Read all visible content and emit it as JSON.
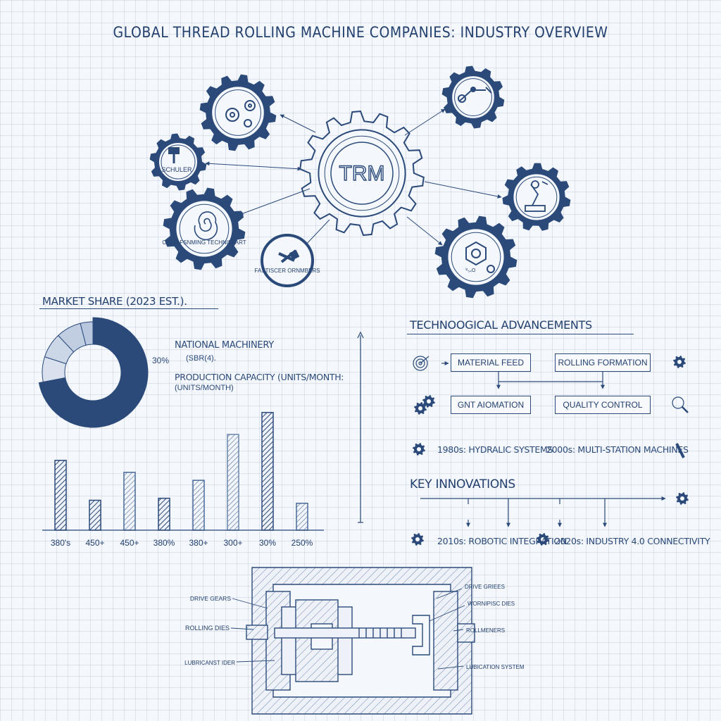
{
  "title": "GLOBAL THREAD ROLLING MACHINE COMPANIES: INDUSTRY OVERVIEW",
  "network": {
    "center": "TRM",
    "nodes": [
      {
        "label": "SCHULER",
        "icon": "hammer-icon"
      },
      {
        "label": "CGLO FSNMING TECHNIELART",
        "icon": "spiral-icon"
      },
      {
        "label": "FASTISCER ORNMBERS",
        "icon": "bolts-icon"
      },
      {
        "label": "",
        "icon": "gears-icon"
      },
      {
        "label": "",
        "icon": "wrench-arm-icon"
      },
      {
        "label": "",
        "icon": "robot-arm-icon"
      },
      {
        "label": "ⁱ²₅₄O",
        "icon": "hex-nut-icon"
      }
    ]
  },
  "market": {
    "title": "MARKET SHARE (2023 EST.).",
    "pct": "30%",
    "legend1": "NATIONAL MACHINERY",
    "legend1_sub": "(SBR(4).",
    "capacity_title": "PRODUCTION CAPACITY (UNITS/MONTH:",
    "capacity_sub": "(UNITS/MONTH)"
  },
  "chart_data": {
    "type": "bar",
    "categories": [
      "380's",
      "450+",
      "450+",
      "380%",
      "380+",
      "300+",
      "30%",
      "250%"
    ],
    "tick_labels": [
      "380's",
      "450+",
      "450+",
      "380%",
      "380+",
      "300+",
      "30%",
      "250%"
    ],
    "values": [
      70,
      30,
      58,
      32,
      50,
      96,
      118,
      27
    ],
    "colors": [
      "#2b4a7a",
      "#2b4a7a",
      "#4a6a9a",
      "#2b4a7a",
      "#4a6a9a",
      "#6a85ad",
      "#2b4a7a",
      "#4a6a9a"
    ],
    "donut": {
      "values": [
        72,
        8,
        8,
        8,
        4
      ],
      "colors": [
        "#2b4a7a",
        "#d9e1ee",
        "#cbd6e7",
        "#c1cee2",
        "#b8c7de"
      ]
    }
  },
  "tech": {
    "title": "TECHNOOGICAL ADVANCEMENTS",
    "box1": "MATERIAL FEED",
    "box2": "ROLLING FORMATION",
    "box3": "GNT AIOMATION",
    "box4": "QUALITY CONTROL",
    "t1": "1980s: HYDRALIC SYSTEMS",
    "t2": "2000s: MULTI-STATION MACHINES"
  },
  "innovations": {
    "title": "KEY INNOVATIONS",
    "t3": "2010s: ROBOTIC INTEGRATION",
    "t4": "2020s: INDUSTRY 4.0 CONNECTIVITY"
  },
  "schematic": {
    "l1": "DRIVE GEARS",
    "l2": "ROLLING DIES",
    "l3": "LUBRICANST IDER",
    "r1": "DRIVE GRIEES",
    "r2": "WORNIPISC DIES",
    "r3": "ROLLMENERS",
    "r4": "LUBICATION SYSTEM"
  }
}
